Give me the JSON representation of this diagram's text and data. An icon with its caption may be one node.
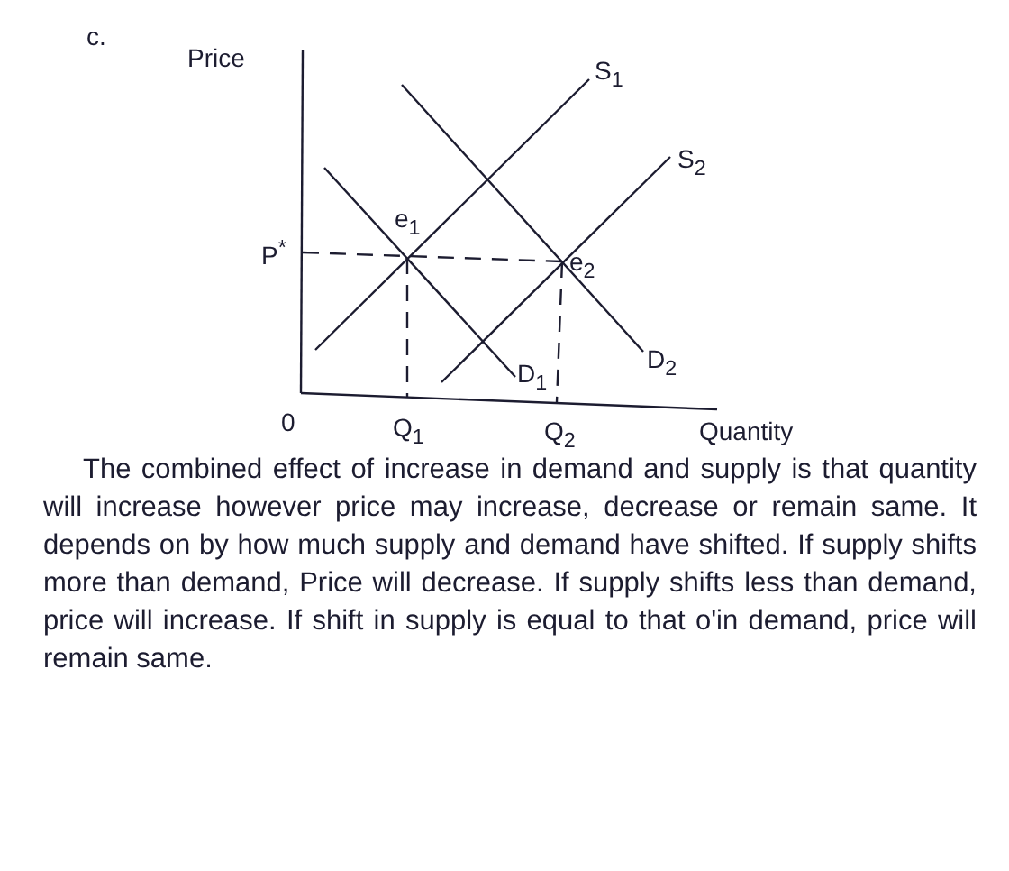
{
  "diagram": {
    "labels": [
      "c.",
      "Price",
      "S$_{1}$",
      "S$_{2}$",
      "P$^{*}$",
      "e$_{1}$",
      "e$_{2}$",
      "D$_{1}$",
      "D$_{2}$",
      "0",
      "Q$_{1}$",
      "Q$_{2}$",
      "Quantity",
      "The combined effect of increase in demand and supply is that quantity will increase however price may increase, decrease or remain same. It depends on by how much supply and demand have shifted. If supply shifts more than demand, Price will decrease. If supply shifts less than demand, price will increase. If shift in supply is equal to that o'in demand, price will remain same."
    ]
  }
}
